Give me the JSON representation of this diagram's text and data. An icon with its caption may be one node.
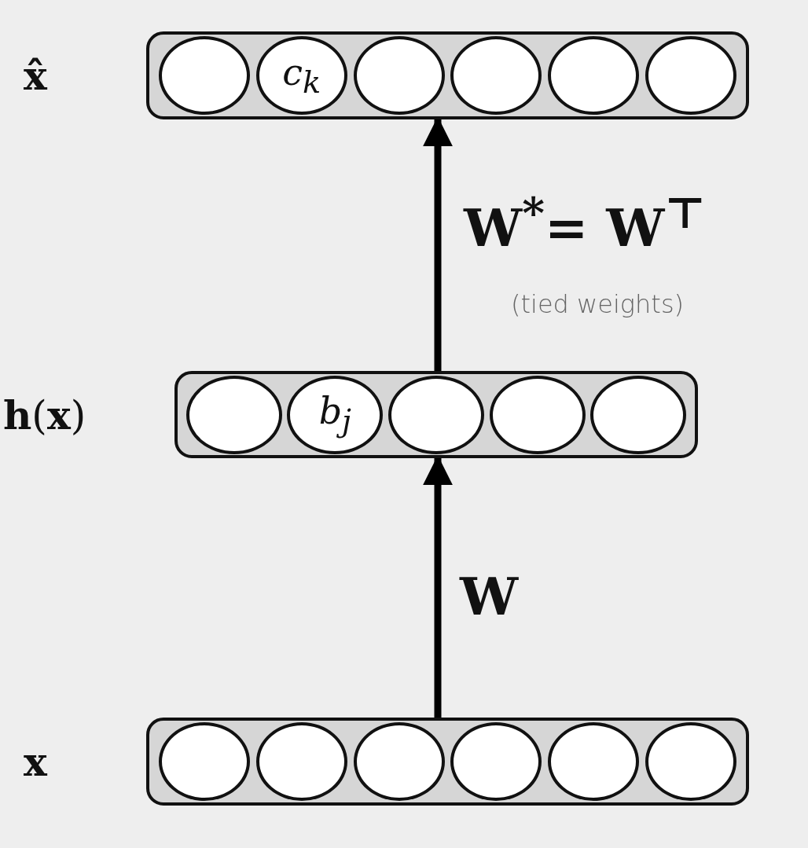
{
  "diagram": {
    "nodes": [
      {
        "text": [
          "x̂"
        ]
      },
      {
        "text": [],
        "shape": "circle",
        "in": 0
      },
      {
        "text": [
          "c$_{k}$"
        ],
        "in": 0
      },
      {
        "text": [],
        "shape": "circle",
        "in": 0
      },
      {
        "text": [],
        "shape": "circle",
        "in": 0
      },
      {
        "text": [],
        "shape": "circle",
        "in": 0
      },
      {
        "text": [],
        "shape": "circle",
        "in": 0
      },
      {
        "text": [
          "**h**(**x**)"
        ]
      },
      {
        "text": [],
        "shape": "circle",
        "in": 7
      },
      {
        "text": [
          "b$_{j}$"
        ],
        "in": 7
      },
      {
        "text": [],
        "shape": "circle",
        "in": 7
      },
      {
        "text": [],
        "shape": "circle",
        "in": 7
      },
      {
        "text": [],
        "shape": "circle",
        "in": 7
      },
      {
        "text": [
          "x"
        ]
      },
      {
        "text": [],
        "shape": "circle",
        "in": 13
      },
      {
        "text": [],
        "shape": "circle",
        "in": 13
      },
      {
        "text": [],
        "shape": "circle",
        "in": 13
      },
      {
        "text": [],
        "shape": "circle",
        "in": 13
      },
      {
        "text": [],
        "shape": "circle",
        "in": 13
      },
      {
        "text": [],
        "shape": "circle",
        "in": 13
      }
    ],
    "edges": [
      {
        "from": 7,
        "to": 0,
        "arrow": "to",
        "label": "W$^{*}$= W$^{⊤}$"
      },
      {
        "from": 13,
        "to": 7,
        "arrow": "to",
        "label": "W"
      }
    ],
    "labels": [
      "(tied weights)"
    ]
  }
}
